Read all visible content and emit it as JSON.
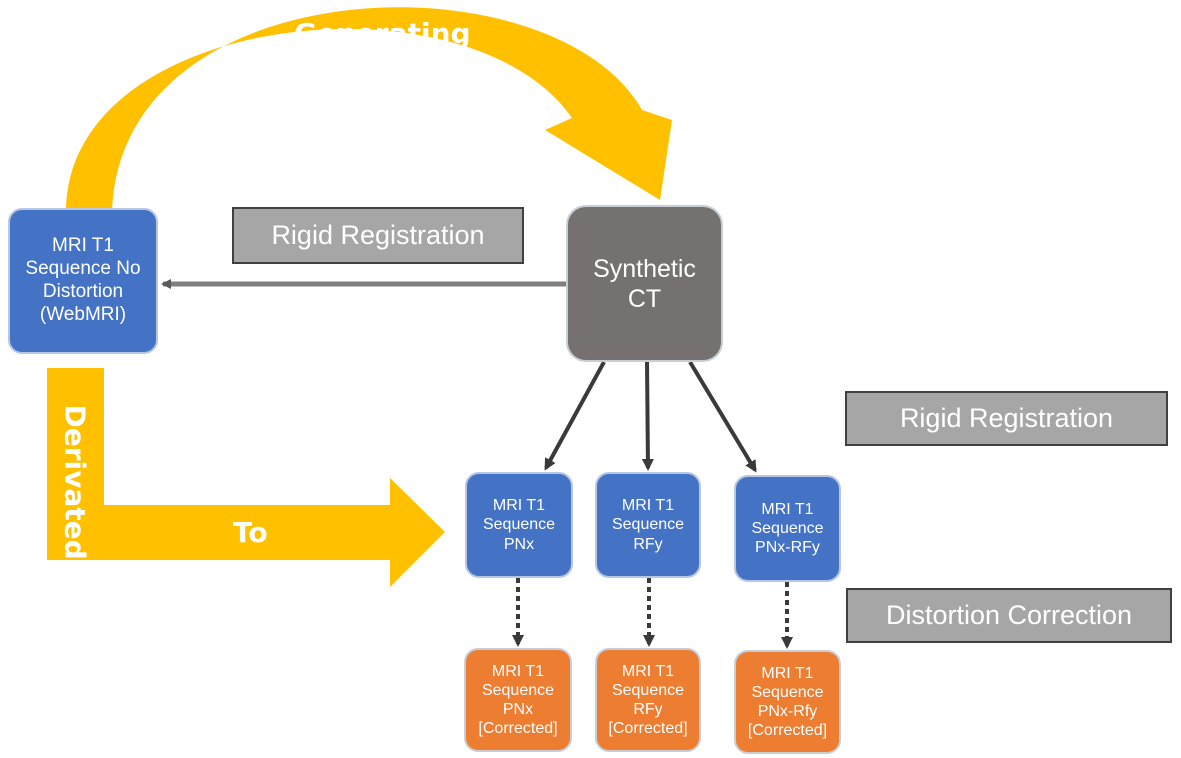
{
  "arrows": {
    "generating": "Generating",
    "derivated": "Derivated",
    "to": "To"
  },
  "labels": {
    "rigid_registration_top": "Rigid Registration",
    "rigid_registration_right": "Rigid Registration",
    "distortion_correction": "Distortion Correction"
  },
  "nodes": {
    "source": "MRI T1\nSequence No\nDistortion\n(WebMRI)",
    "synthetic_ct": "Synthetic\nCT",
    "seq_pnx": "MRI T1\nSequence\nPNx",
    "seq_rfy": "MRI T1\nSequence\nRFy",
    "seq_pnx_rfy": "MRI T1\nSequence\nPNx-RFy",
    "corr_pnx": "MRI T1\nSequence\nPNx\n[Corrected]",
    "corr_rfy": "MRI T1\nSequence\nRFy\n[Corrected]",
    "corr_pnx_rfy": "MRI T1\nSequence\nPNx-Rfy\n[Corrected]"
  },
  "colors": {
    "arrow_yellow": "#ffc000",
    "node_blue": "#4472c4",
    "node_orange": "#ed7d31",
    "node_gray": "#767171",
    "label_gray": "#a6a6a6"
  }
}
